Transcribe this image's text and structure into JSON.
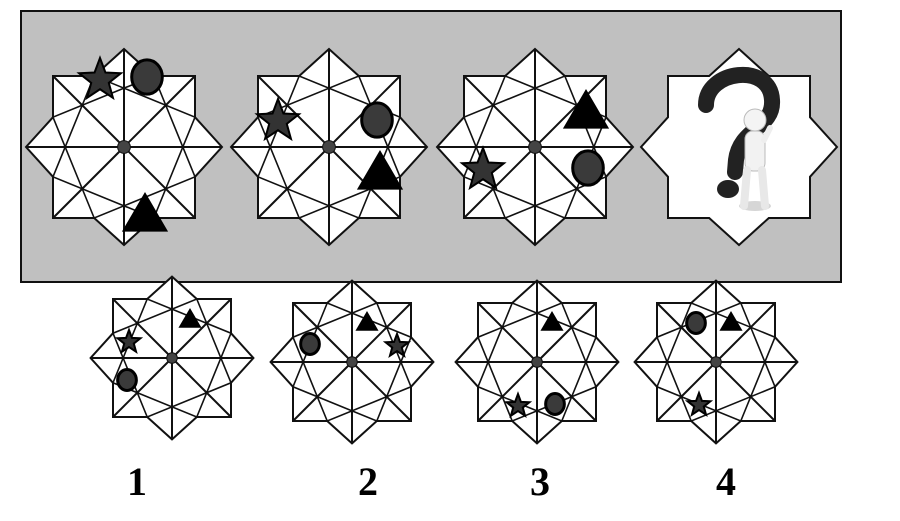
{
  "colors": {
    "panel_bg": "#c0c0c0",
    "shape_fill": "#ffffff",
    "line": "#111111",
    "circle_fill": "#3a3a3a",
    "ink": "#000000"
  },
  "sequence": [
    {
      "shapes": [
        "star-icon",
        "circle-icon",
        "triangle-icon"
      ]
    },
    {
      "shapes": [
        "star-icon",
        "circle-icon",
        "triangle-icon"
      ]
    },
    {
      "shapes": [
        "star-icon",
        "triangle-icon",
        "circle-icon"
      ]
    },
    {
      "placeholder_icon": "question-mark-figure-icon"
    }
  ],
  "options": [
    {
      "number": "1",
      "shapes": [
        "star-icon",
        "triangle-icon",
        "circle-icon"
      ]
    },
    {
      "number": "2",
      "shapes": [
        "circle-icon",
        "triangle-icon",
        "star-icon"
      ]
    },
    {
      "number": "3",
      "shapes": [
        "triangle-icon",
        "star-icon",
        "circle-icon"
      ]
    },
    {
      "number": "4",
      "shapes": [
        "circle-icon",
        "triangle-icon",
        "star-icon"
      ]
    }
  ]
}
